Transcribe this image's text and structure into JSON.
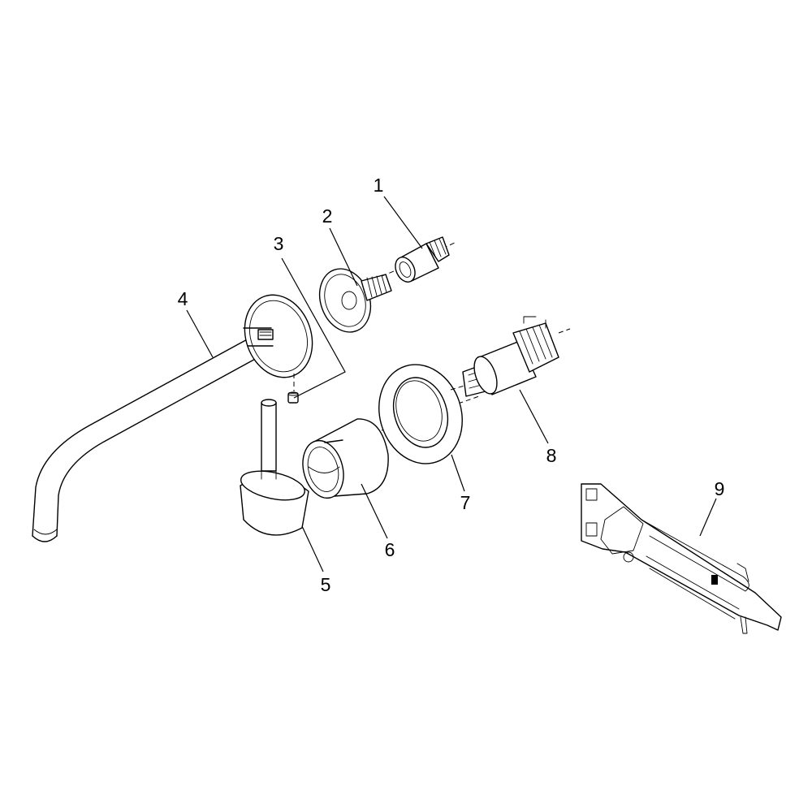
{
  "callouts": [
    {
      "id": "p1",
      "label": "1"
    },
    {
      "id": "p2",
      "label": "2"
    },
    {
      "id": "p3",
      "label": "3"
    },
    {
      "id": "p4",
      "label": "4"
    },
    {
      "id": "p5",
      "label": "5"
    },
    {
      "id": "p6",
      "label": "6"
    },
    {
      "id": "p7",
      "label": "7"
    },
    {
      "id": "p8",
      "label": "8"
    },
    {
      "id": "p9",
      "label": "9"
    }
  ]
}
